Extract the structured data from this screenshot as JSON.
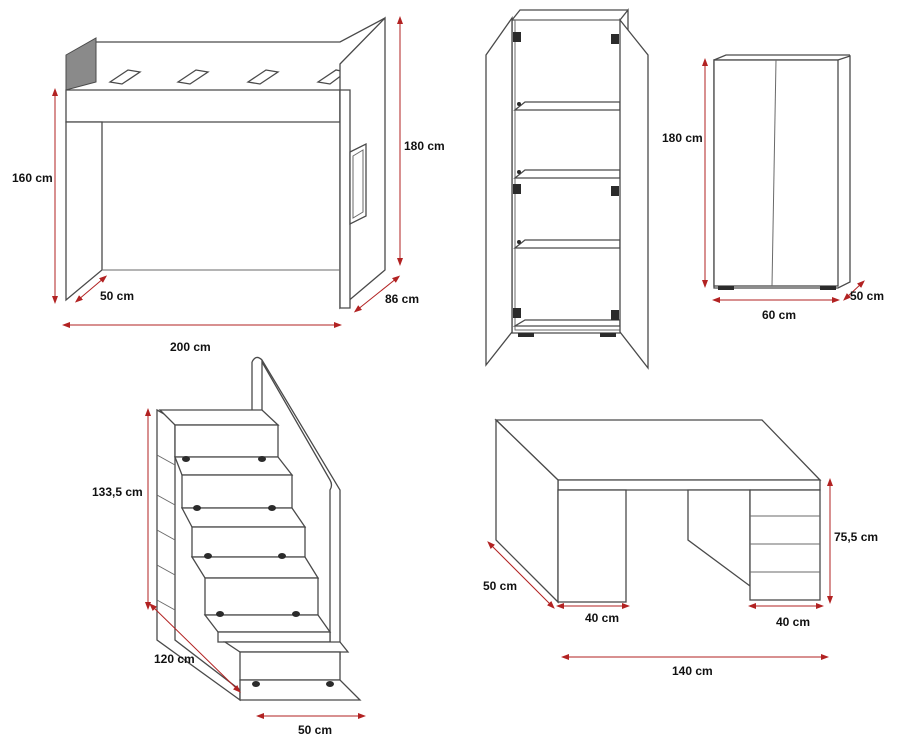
{
  "colors": {
    "dimension": "#b22222",
    "outline": "#4a4a4a",
    "hardware": "#2b2b2b"
  },
  "bed": {
    "height_label": "160 cm",
    "total_height_label": "180 cm",
    "depth_inner_label": "50 cm",
    "depth_label": "86 cm",
    "width_label": "200 cm"
  },
  "open_wardrobe": {},
  "closed_wardrobe": {
    "height_label": "180 cm",
    "width_label": "60 cm",
    "depth_label": "50 cm"
  },
  "stairs": {
    "height_label": "133,5 cm",
    "length_label": "120 cm",
    "width_label": "50 cm"
  },
  "desk": {
    "height_label": "75,5 cm",
    "depth_label": "50 cm",
    "left_unit_label": "40 cm",
    "right_unit_label": "40 cm",
    "width_label": "140 cm"
  }
}
